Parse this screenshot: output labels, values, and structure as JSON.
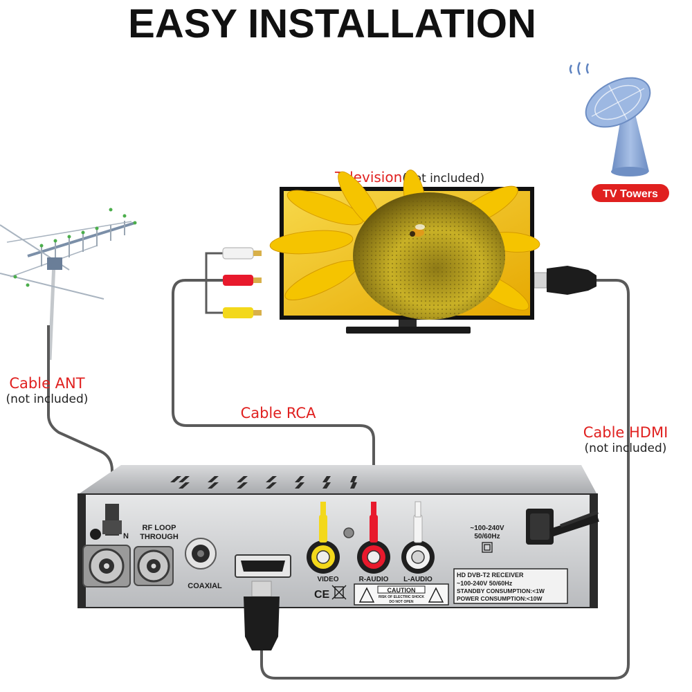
{
  "header": {
    "title": "EASY INSTALLATION"
  },
  "tv": {
    "label": "Television",
    "note": "(not included)"
  },
  "tower": {
    "badge": "TV Towers"
  },
  "cables": {
    "ant_label": "Cable ANT",
    "ant_note": "(not included)",
    "rca_label": "Cable RCA",
    "hdmi_label": "Cable HDMI",
    "hdmi_note": "(not included)"
  },
  "panel": {
    "ant_in_fragment": "N",
    "rf_loop_line1": "RF LOOP",
    "rf_loop_line2": "THROUGH",
    "coaxial": "COAXIAL",
    "video": "VIDEO",
    "r_audio": "R-AUDIO",
    "l_audio": "L-AUDIO",
    "voltage": "~100-240V",
    "frequency": "50/60Hz",
    "ce_mark": "CE",
    "caution_title": "CAUTION",
    "caution_line1": "RISK OF ELECTRIC SHOCK",
    "caution_line2": "DO NOT OPEN",
    "spec_line1": "HD DVB-T2 RECEIVER",
    "spec_line2": "~100-240V 50/60Hz",
    "spec_line3": "STANDBY CONSUMPTION:<1W",
    "spec_line4": "POWER CONSUMPTION:<10W"
  },
  "colors": {
    "accent_red": "#e0201f",
    "cable_grey": "#5a5a5a",
    "rca_white": "#f2f2f2",
    "rca_red": "#e8192c",
    "rca_yellow": "#f3d81b",
    "tower_blue": "#8eaedb"
  }
}
